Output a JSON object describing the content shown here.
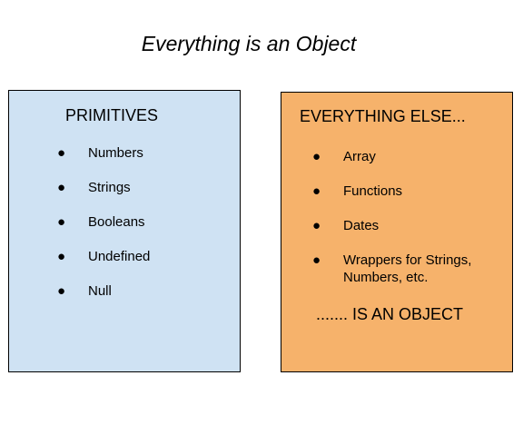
{
  "title": "Everything is an Object",
  "colors": {
    "primitives_fill": "#cfe2f3",
    "everything_else_fill": "#f6b26b",
    "border": "#000000"
  },
  "primitives": {
    "heading": "PRIMITIVES",
    "items": [
      "Numbers",
      "Strings",
      "Booleans",
      "Undefined",
      "Null"
    ]
  },
  "everything_else": {
    "heading": "EVERYTHING ELSE...",
    "items": [
      "Array",
      "Functions",
      "Dates",
      "Wrappers for Strings, Numbers, etc."
    ],
    "footer": "....... IS AN OBJECT"
  },
  "bullet_glyph": "●"
}
